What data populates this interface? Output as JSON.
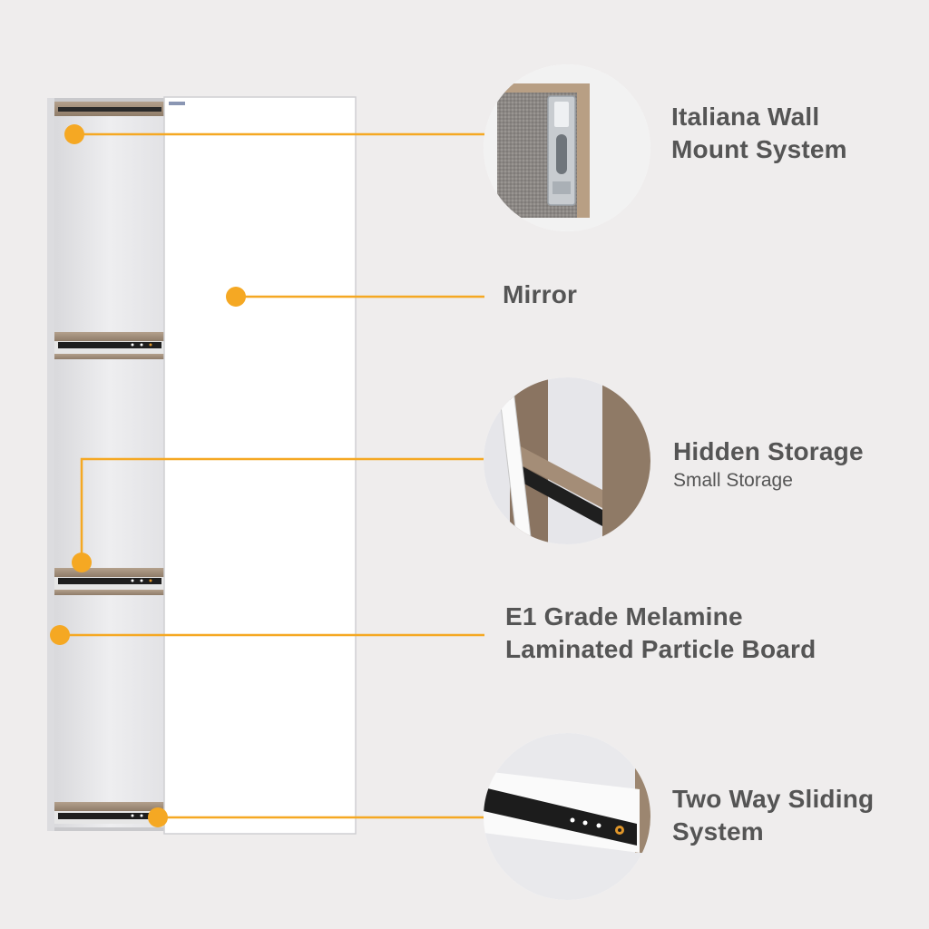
{
  "features": {
    "wall_mount": {
      "line1": "Italiana Wall",
      "line2": "Mount System"
    },
    "mirror": {
      "title": "Mirror"
    },
    "hidden_storage": {
      "title": "Hidden Storage",
      "subtitle": "Small Storage"
    },
    "board": {
      "line1": "E1 Grade Melamine",
      "line2": "Laminated Particle Board"
    },
    "sliding": {
      "line1": "Two Way Sliding",
      "line2": "System"
    }
  },
  "colors": {
    "background": "#efeded",
    "callout": "#f5a823",
    "text": "#555555",
    "wood": "#a8947f",
    "mirror": "#ffffff",
    "rail": "#222222"
  }
}
